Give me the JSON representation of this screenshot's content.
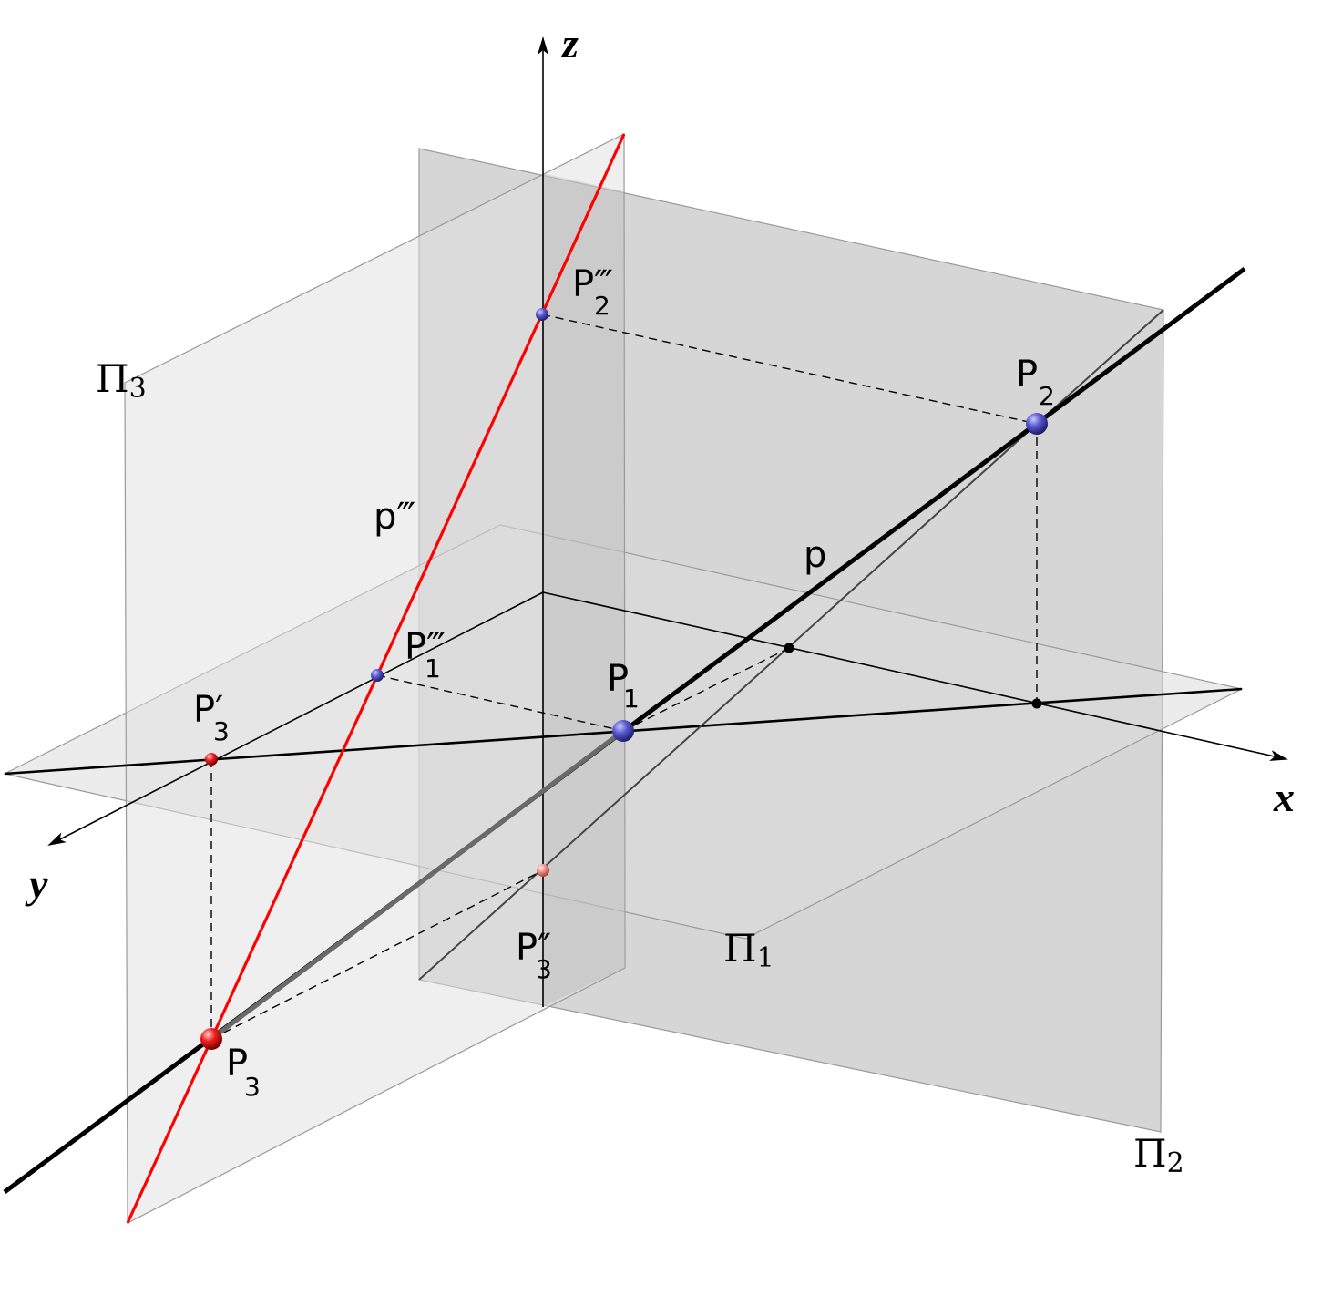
{
  "axes": {
    "x": "x",
    "y": "y",
    "z": "z"
  },
  "planes": {
    "pi1": {
      "main": "Π",
      "sub": "1"
    },
    "pi2": {
      "main": "Π",
      "sub": "2"
    },
    "pi3": {
      "main": "Π",
      "sub": "3"
    }
  },
  "lines": {
    "p": "p",
    "p_triple": "p‴"
  },
  "points": {
    "P1": {
      "main": "P",
      "sub": "1"
    },
    "P2": {
      "main": "P",
      "sub": "2"
    },
    "P3": {
      "main": "P",
      "sub": "3"
    },
    "P1_triple": {
      "main": "P‴",
      "sub": "1"
    },
    "P2_triple": {
      "main": "P‴",
      "sub": "2"
    },
    "P3_prime": {
      "main": "P′",
      "sub": "3"
    },
    "P3_double": {
      "main": "P″",
      "sub": "3"
    }
  },
  "colors": {
    "plane_fill": "#c8c8c8",
    "red_line": "#ff0000",
    "point_blue": "#3a3aa0",
    "point_red": "#e00000"
  }
}
